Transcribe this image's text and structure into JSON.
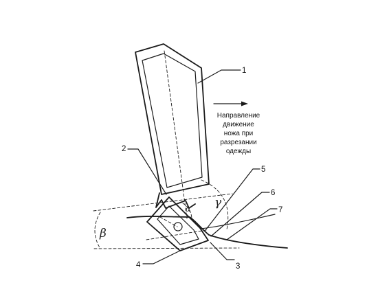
{
  "diagram": {
    "callouts": [
      "1",
      "2",
      "3",
      "4",
      "5",
      "6",
      "7"
    ],
    "direction_note": [
      "Направление",
      "движение",
      "ножа при",
      "разрезании",
      "одежды"
    ],
    "angle_symbols": {
      "gamma": "γ",
      "beta": "β",
      "alpha": "α"
    }
  }
}
